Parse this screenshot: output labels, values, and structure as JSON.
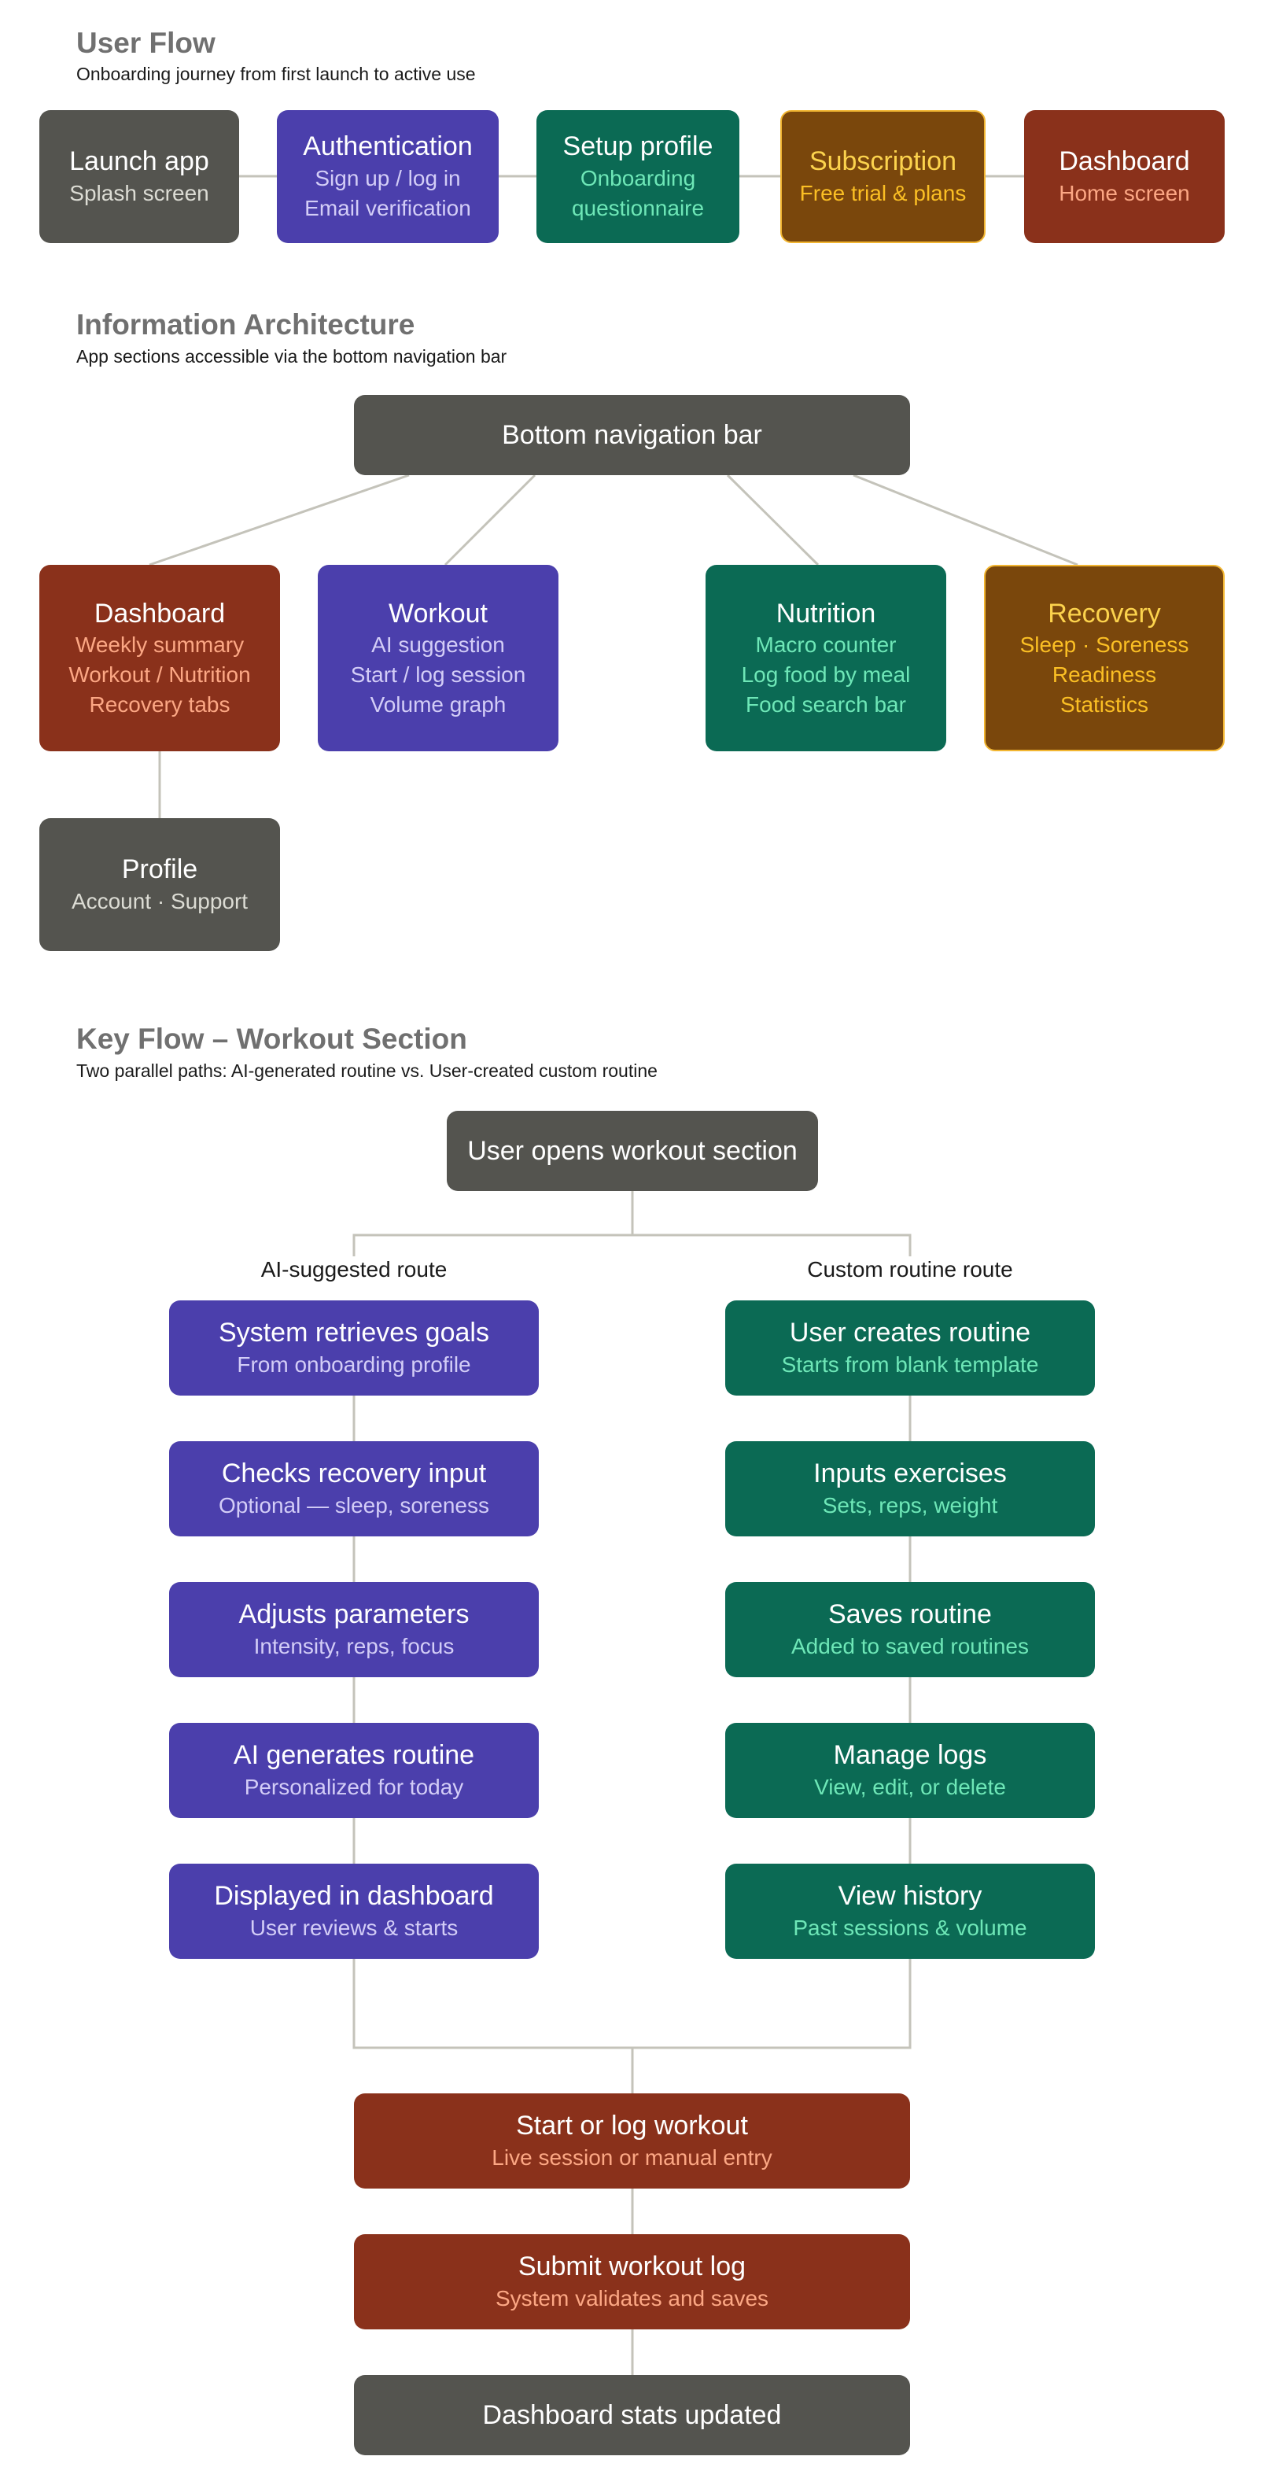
{
  "user_flow": {
    "title": "User Flow",
    "subtitle": "Onboarding journey from first launch to active use",
    "steps": [
      {
        "title": "Launch app",
        "lines": [
          "Splash screen"
        ]
      },
      {
        "title": "Authentication",
        "lines": [
          "Sign up / log in",
          "Email verification"
        ]
      },
      {
        "title": "Setup profile",
        "lines": [
          "Onboarding",
          "questionnaire"
        ]
      },
      {
        "title": "Subscription",
        "lines": [
          "Free trial & plans"
        ]
      },
      {
        "title": "Dashboard",
        "lines": [
          "Home screen"
        ]
      }
    ]
  },
  "information_architecture": {
    "title": "Information Architecture",
    "subtitle": "App sections accessible via the bottom navigation bar",
    "root": "Bottom navigation bar",
    "sections": [
      {
        "title": "Dashboard",
        "lines": [
          "Weekly summary",
          "Workout / Nutrition",
          "Recovery tabs"
        ]
      },
      {
        "title": "Workout",
        "lines": [
          "AI suggestion",
          "Start / log session",
          "Volume graph"
        ]
      },
      {
        "title": "Nutrition",
        "lines": [
          "Macro counter",
          "Log food by meal",
          "Food search bar"
        ]
      },
      {
        "title": "Recovery",
        "lines": [
          "Sleep · Soreness",
          "Readiness",
          "Statistics"
        ]
      }
    ],
    "profile": {
      "title": "Profile",
      "lines": [
        "Account · Support"
      ]
    }
  },
  "key_flow": {
    "title": "Key Flow – Workout Section",
    "subtitle": "Two parallel paths: AI-generated routine vs. User-created custom routine",
    "start": "User opens workout section",
    "ai_route": {
      "label": "AI-suggested route",
      "steps": [
        {
          "title": "System retrieves goals",
          "lines": [
            "From onboarding profile"
          ]
        },
        {
          "title": "Checks recovery input",
          "lines": [
            "Optional — sleep, soreness"
          ]
        },
        {
          "title": "Adjusts parameters",
          "lines": [
            "Intensity, reps, focus"
          ]
        },
        {
          "title": "AI generates routine",
          "lines": [
            "Personalized for today"
          ]
        },
        {
          "title": "Displayed in dashboard",
          "lines": [
            "User reviews & starts"
          ]
        }
      ]
    },
    "custom_route": {
      "label": "Custom routine route",
      "steps": [
        {
          "title": "User creates routine",
          "lines": [
            "Starts from blank template"
          ]
        },
        {
          "title": "Inputs exercises",
          "lines": [
            "Sets, reps, weight"
          ]
        },
        {
          "title": "Saves routine",
          "lines": [
            "Added to saved routines"
          ]
        },
        {
          "title": "Manage logs",
          "lines": [
            "View, edit, or delete"
          ]
        },
        {
          "title": "View history",
          "lines": [
            "Past sessions & volume"
          ]
        }
      ]
    },
    "final_steps": [
      {
        "title": "Start or log workout",
        "lines": [
          "Live session or manual entry"
        ]
      },
      {
        "title": "Submit workout log",
        "lines": [
          "System validates and saves"
        ]
      },
      {
        "title": "Dashboard stats updated",
        "lines": []
      }
    ]
  },
  "colors": {
    "gray": "#54544f",
    "purple": "#4b3fac",
    "green": "#0b6a54",
    "brown": "#7a470c",
    "red": "#8a311b",
    "connector": "#c4c3ba"
  }
}
